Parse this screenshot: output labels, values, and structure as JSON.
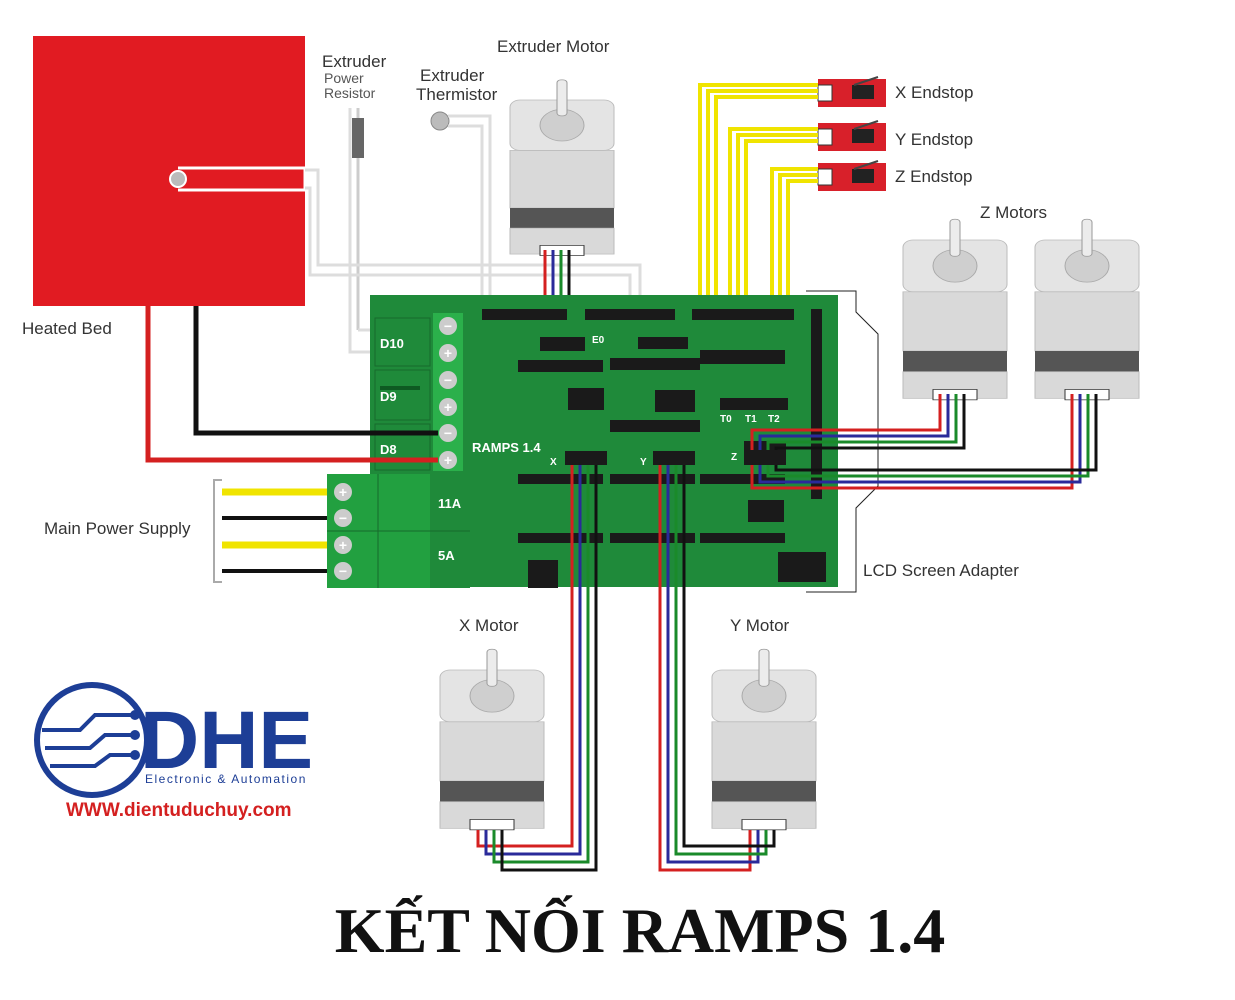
{
  "title": "KẾT NỐI RAMPS 1.4",
  "labels": {
    "heated_bed": "Heated Bed",
    "extruder_power_resistor_1": "Extruder",
    "extruder_power_resistor_2": "Power",
    "extruder_power_resistor_3": "Resistor",
    "extruder_thermistor_1": "Extruder",
    "extruder_thermistor_2": "Thermistor",
    "extruder_motor": "Extruder Motor",
    "x_endstop": "X Endstop",
    "y_endstop": "Y Endstop",
    "z_endstop": "Z Endstop",
    "z_motors": "Z Motors",
    "main_power_supply": "Main Power Supply",
    "lcd_adapter": "LCD Screen Adapter",
    "x_motor": "X Motor",
    "y_motor": "Y Motor"
  },
  "board": {
    "name": "RAMPS 1.4",
    "d10": "D10",
    "d9": "D9",
    "d8": "D8",
    "fuse_11a": "11A",
    "fuse_5a": "5A",
    "e0": "E0",
    "t0": "T0",
    "t1": "T1",
    "t2": "T2",
    "x": "X",
    "y": "Y",
    "z": "Z",
    "plus": "+",
    "minus": "−"
  },
  "logo": {
    "mark": "DHE",
    "subtitle": "Electronic & Automation",
    "url": "WWW.dientuduchuy.com"
  },
  "colors": {
    "heated_bed": "#e11b22",
    "board": "#1f8a3a",
    "endstop": "#d8202a",
    "wire_yellow": "#f0e400",
    "wire_red": "#d42020",
    "wire_black": "#111111",
    "wire_blue": "#2a2a9a",
    "wire_green": "#1a8a2a",
    "logo": "#1d3e96"
  }
}
